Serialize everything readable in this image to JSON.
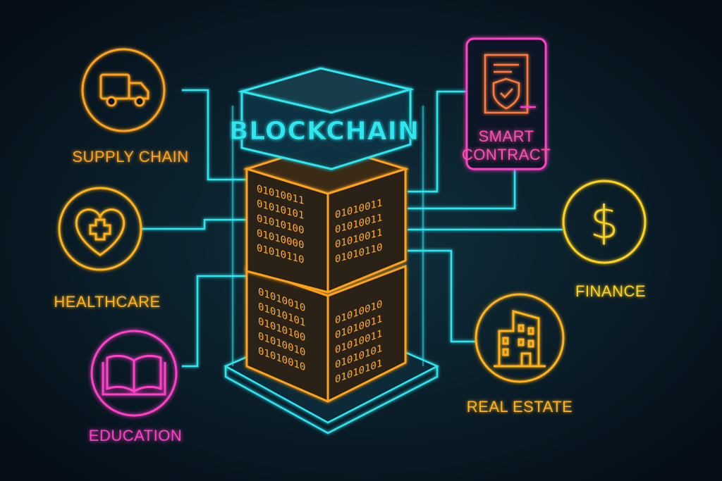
{
  "title": "BLOCKCHAIN",
  "colors": {
    "background": "#071520",
    "cyan": "#2ee6f0",
    "orange": "#ffa31a",
    "yellow": "#ffd21a",
    "pink": "#ff3fc8"
  },
  "nodes": {
    "supply_chain": {
      "label": "SUPPLY CHAIN",
      "icon": "truck-icon"
    },
    "healthcare": {
      "label": "HEALTHCARE",
      "icon": "heart-plus-icon"
    },
    "education": {
      "label": "EDUCATION",
      "icon": "book-icon"
    },
    "smart_contract": {
      "label_line1": "SMART",
      "label_line2": "CONTRACT",
      "icon": "document-shield-icon"
    },
    "finance": {
      "label": "FINANCE",
      "icon": "dollar-icon",
      "symbol": "$"
    },
    "real_estate": {
      "label": "REAL ESTATE",
      "icon": "building-icon"
    }
  },
  "blocks": {
    "top_left": [
      "01010011",
      "01010101",
      "01010100",
      "01010000",
      "01010110"
    ],
    "top_right": [
      "01010011",
      "01010011",
      "01010011",
      "01010110"
    ],
    "bottom_left": [
      "01010010",
      "01010101",
      "01010100",
      "01010010",
      "01010010"
    ],
    "bottom_right": [
      "01010010",
      "01010011",
      "01010011",
      "01010101",
      "01010101"
    ]
  }
}
